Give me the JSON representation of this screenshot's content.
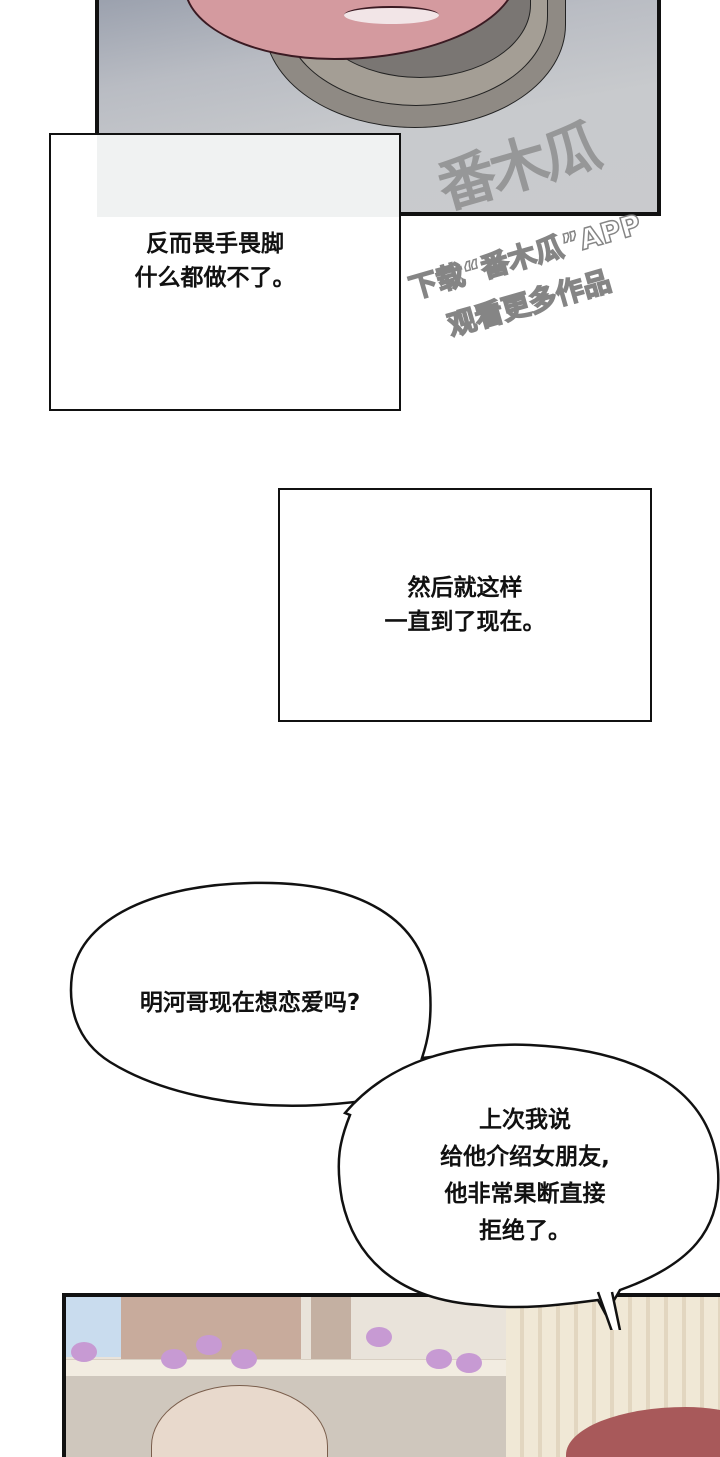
{
  "page": {
    "type": "webtoon-strip",
    "background": "#ffffff"
  },
  "panels": [
    {
      "id": "top-panel",
      "description": "close-up of hand on grey plate",
      "colors": {
        "skin": "#d49a9f",
        "plate": "#8f8a84",
        "background": "#c8cacd"
      }
    },
    {
      "id": "bottom-panel",
      "description": "outdoor scene with brick wall, purple flowers, light-haired character and red-haired character",
      "colors": {
        "flowers": "#c79ad3",
        "wall": "#cfc7bd",
        "hair_light": "#e8d9cc",
        "hair_red": "#a8595a"
      }
    }
  ],
  "narration_boxes": [
    {
      "lines": [
        "反而畏手畏脚",
        "什么都做不了。"
      ]
    },
    {
      "lines": [
        "然后就这样",
        "一直到了现在。"
      ]
    }
  ],
  "speech_bubbles": [
    {
      "lines": [
        "明河哥现在想恋爱吗?"
      ]
    },
    {
      "lines": [
        "上次我说",
        "给他介绍女朋友,",
        "他非常果断直接",
        "拒绝了。"
      ]
    }
  ],
  "watermark": {
    "logo": "番木瓜",
    "line1": "下载“番木瓜”APP",
    "line2": "观看更多作品"
  }
}
